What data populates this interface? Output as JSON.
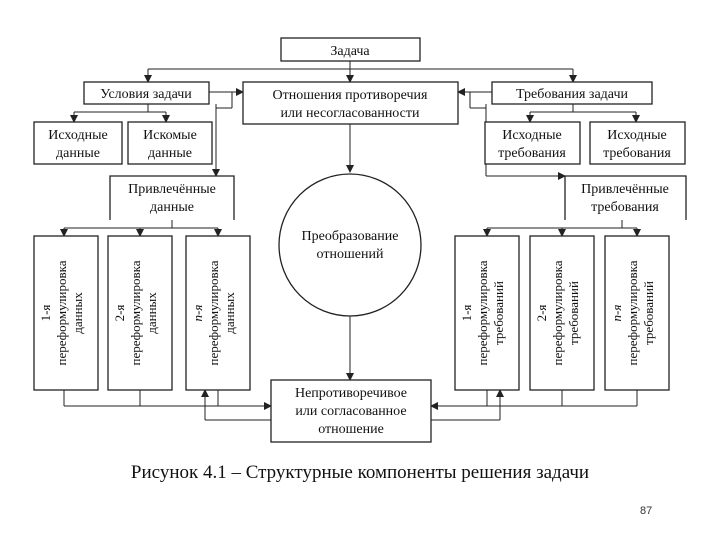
{
  "diagram": {
    "task": "Задача",
    "conditions": "Условия задачи",
    "contradiction": [
      "Отношения противоречия",
      "или несогласованности"
    ],
    "requirements": "Требования задачи",
    "initial_data": [
      "Исходные",
      "данные"
    ],
    "sought_data": [
      "Искомые",
      "данные"
    ],
    "attracted_data": [
      "Привлечённые",
      "данные"
    ],
    "initial_req_1": [
      "Исходные",
      "требования"
    ],
    "initial_req_2": [
      "Исходные",
      "требования"
    ],
    "attracted_req": [
      "Привлечённые",
      "требования"
    ],
    "transform": [
      "Преобразование",
      "отношений"
    ],
    "data_reform": [
      [
        "1-я",
        "переформулировка",
        "данных"
      ],
      [
        "2-я",
        "переформулировка",
        "данных"
      ],
      [
        "n-я",
        "переформулировка",
        "данных"
      ]
    ],
    "req_reform": [
      [
        "1-я",
        "переформулировка",
        "требований"
      ],
      [
        "2-я",
        "переформулировка",
        "требований"
      ],
      [
        "n-я",
        "переформулировка",
        "требований"
      ]
    ],
    "consistent": [
      "Непротиворечивое",
      "или согласованное",
      "отношение"
    ]
  },
  "caption": "Рисунок 4.1 – Структурные компоненты решения задачи",
  "page_number": "87"
}
